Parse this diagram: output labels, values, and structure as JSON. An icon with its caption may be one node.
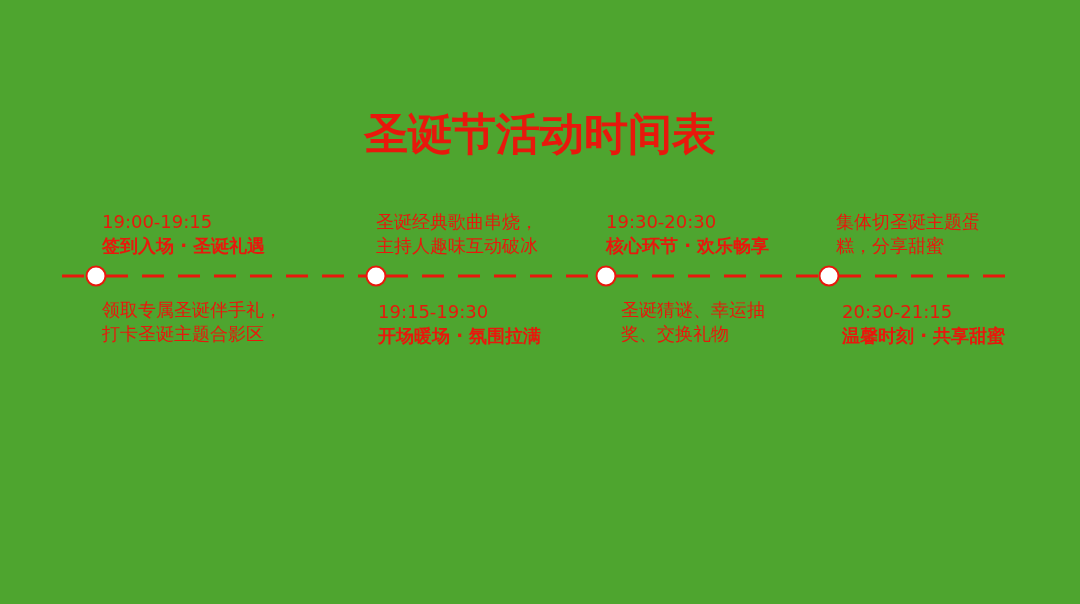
{
  "diagram": {
    "title": "圣诞节活动时间表",
    "nodes": [
      {
        "text": [],
        "shape": "circle",
        "beside": [
          "19:00-19:15",
          "签到入场 · 圣诞礼遇",
          "领取专属圣诞伴手礼，打卡圣诞主题合影区"
        ]
      },
      {
        "text": [],
        "shape": "circle",
        "beside": [
          "圣诞经典歌曲串烧，主持人趣味互动破冰",
          "19:15-19:30",
          "开场暖场 · 氛围拉满"
        ]
      },
      {
        "text": [],
        "shape": "circle",
        "beside": [
          "19:30-20:30",
          "核心环节 · 欢乐畅享",
          "圣诞猜谜、幸运抽奖、交换礼物"
        ]
      },
      {
        "text": [],
        "shape": "circle",
        "beside": [
          "集体切圣诞主题蛋糕，分享甜蜜",
          "20:30-21:15",
          "温馨时刻 · 共享甜蜜"
        ]
      }
    ],
    "edges": [
      {
        "from": null,
        "to": 0,
        "arrow": "none",
        "style": "dashed"
      },
      {
        "from": 0,
        "to": 1,
        "arrow": "none",
        "style": "dashed"
      },
      {
        "from": 1,
        "to": 2,
        "arrow": "none",
        "style": "dashed"
      },
      {
        "from": 2,
        "to": 3,
        "arrow": "none",
        "style": "dashed"
      },
      {
        "from": 3,
        "to": null,
        "arrow": "none",
        "style": "dashed"
      }
    ]
  }
}
